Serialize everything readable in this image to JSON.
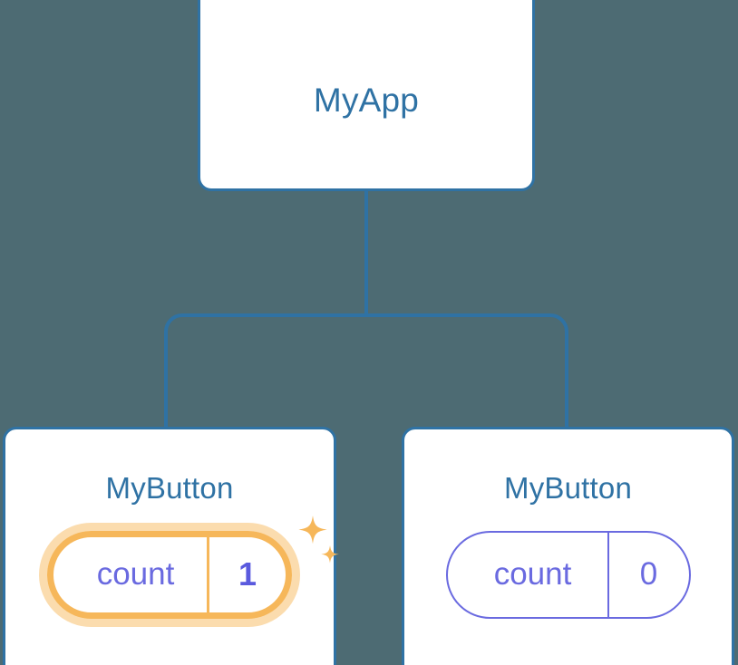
{
  "diagram": {
    "type": "component-tree",
    "background_color": "#4d6b73",
    "node_border_color": "#2f72a4",
    "node_label_color": "#2f72a4",
    "state_color": "#6a6ae0",
    "highlight_color": "#f6b75a",
    "highlight_glow_color": "#fbdcae",
    "edge_color": "#2f72a4"
  },
  "root": {
    "label": "MyApp"
  },
  "children": [
    {
      "label": "MyButton",
      "state": {
        "key": "count",
        "value": "1"
      },
      "highlighted": true,
      "sparkle_icons": [
        "sparkle-large-icon",
        "sparkle-small-icon"
      ]
    },
    {
      "label": "MyButton",
      "state": {
        "key": "count",
        "value": "0"
      },
      "highlighted": false
    }
  ]
}
